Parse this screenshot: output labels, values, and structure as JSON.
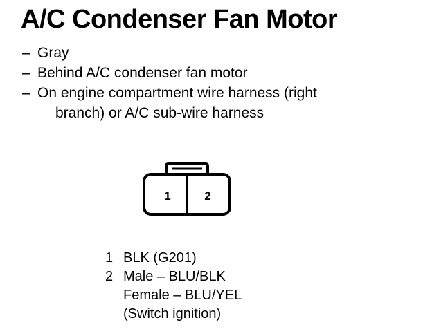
{
  "title": "A/C Condenser Fan Motor",
  "bullets": [
    {
      "dash": "–",
      "text": "Gray",
      "continuation": ""
    },
    {
      "dash": "–",
      "text": "Behind A/C condenser fan motor",
      "continuation": ""
    },
    {
      "dash": "–",
      "text": "On engine compartment wire harness (right",
      "continuation": "branch) or A/C sub-wire harness"
    }
  ],
  "connector": {
    "pin_labels": [
      "1",
      "2"
    ]
  },
  "pins": [
    {
      "number": "1",
      "lines": [
        "BLK (G201)"
      ]
    },
    {
      "number": "2",
      "lines": [
        "Male – BLU/BLK",
        "Female – BLU/YEL",
        "(Switch ignition)"
      ]
    }
  ]
}
